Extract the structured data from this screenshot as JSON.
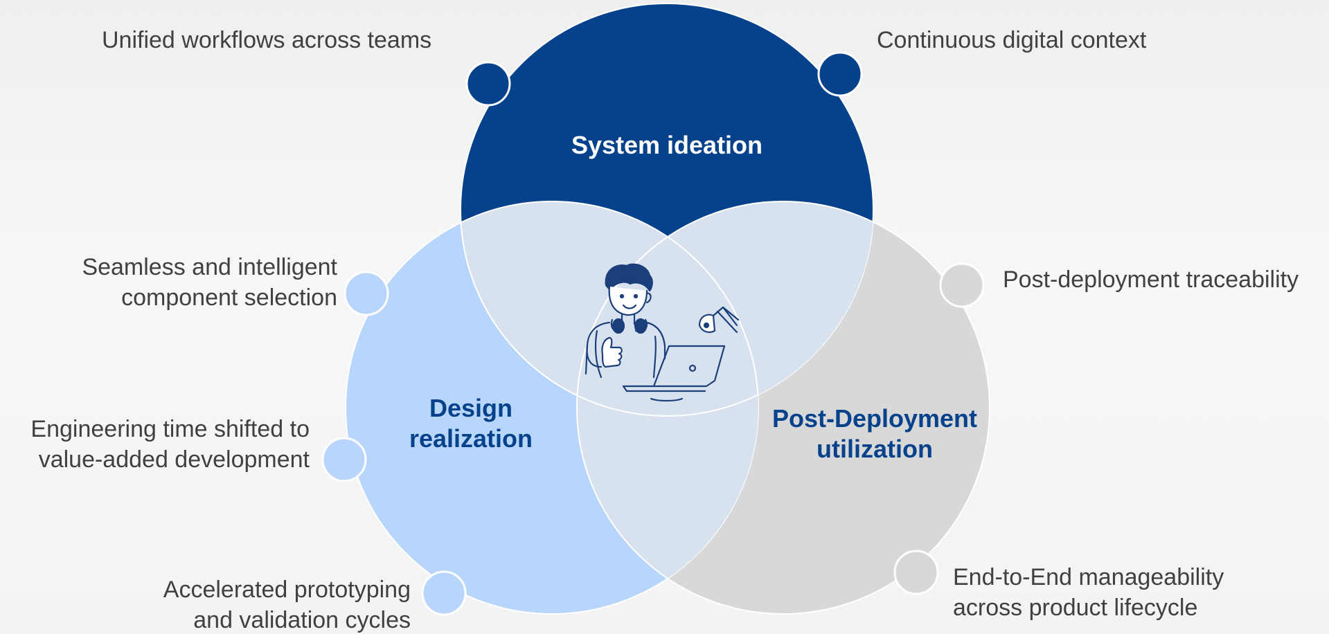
{
  "colors": {
    "system_circle": "#06428b",
    "design_circle": "#b8d6fb",
    "post_circle": "#d8d8d8",
    "overlap": "#d8e2ef",
    "label_dark_blue": "#06428b",
    "label_white": "#ffffff",
    "annotation_text": "#404040",
    "illustration_stroke": "#1a3f7a"
  },
  "circles": {
    "system": {
      "label": "System ideation"
    },
    "design": {
      "label_line1": "Design",
      "label_line2": "realization"
    },
    "post": {
      "label_line1": "Post-Deployment",
      "label_line2": "utilization"
    }
  },
  "annotations": {
    "unified": {
      "line1": "Unified workflows across teams"
    },
    "continuous": {
      "line1": "Continuous digital context"
    },
    "seamless": {
      "line1": "Seamless and intelligent",
      "line2": "component selection"
    },
    "engineering": {
      "line1": "Engineering time shifted to",
      "line2": "value-added development"
    },
    "accelerated": {
      "line1": "Accelerated prototyping",
      "line2": "and validation cycles"
    },
    "traceability": {
      "line1": "Post-deployment traceability"
    },
    "manageability": {
      "line1": "End-to-End manageability",
      "line2": "across product lifecycle"
    }
  },
  "illustration": {
    "icon": "person-with-laptop-thumbs-up-icon"
  }
}
